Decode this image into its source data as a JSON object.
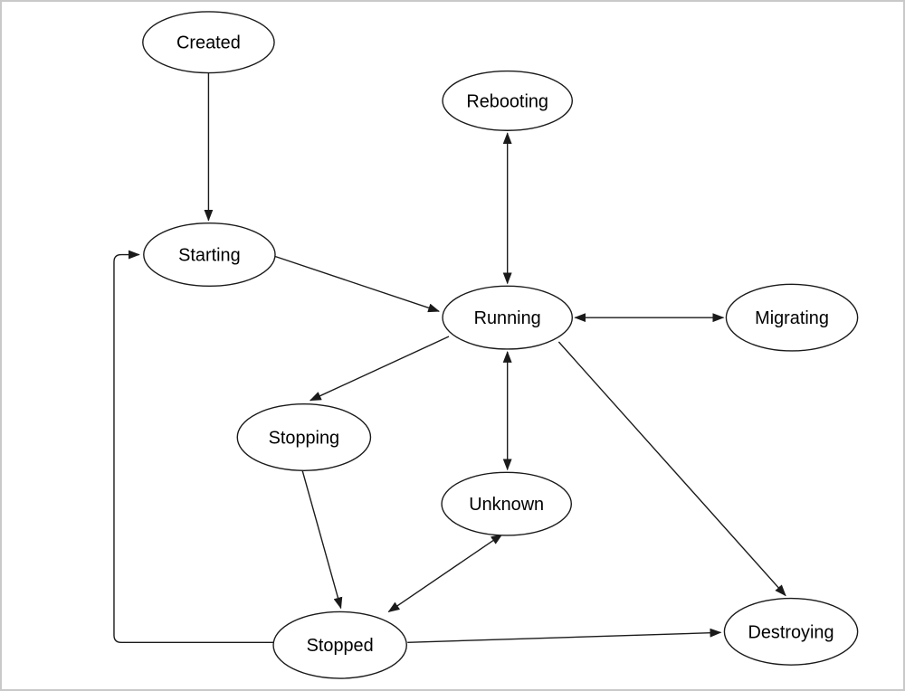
{
  "frame": {
    "background": "#ffffff",
    "border_color": "#c9c9c9",
    "stroke_color": "#1a1a1a",
    "text_color": "#000000"
  },
  "diagram": {
    "type": "state-diagram",
    "title": "",
    "nodes": [
      {
        "id": "created",
        "label": "Created"
      },
      {
        "id": "rebooting",
        "label": "Rebooting"
      },
      {
        "id": "starting",
        "label": "Starting"
      },
      {
        "id": "running",
        "label": "Running"
      },
      {
        "id": "migrating",
        "label": "Migrating"
      },
      {
        "id": "stopping",
        "label": "Stopping"
      },
      {
        "id": "unknown",
        "label": "Unknown"
      },
      {
        "id": "stopped",
        "label": "Stopped"
      },
      {
        "id": "destroying",
        "label": "Destroying"
      }
    ],
    "edges": [
      {
        "from": "Created",
        "to": "Starting",
        "bidirectional": false
      },
      {
        "from": "Rebooting",
        "to": "Running",
        "bidirectional": true
      },
      {
        "from": "Starting",
        "to": "Running",
        "bidirectional": false
      },
      {
        "from": "Running",
        "to": "Migrating",
        "bidirectional": true
      },
      {
        "from": "Running",
        "to": "Stopping",
        "bidirectional": false
      },
      {
        "from": "Running",
        "to": "Unknown",
        "bidirectional": true
      },
      {
        "from": "Running",
        "to": "Destroying",
        "bidirectional": false
      },
      {
        "from": "Stopping",
        "to": "Stopped",
        "bidirectional": false
      },
      {
        "from": "Unknown",
        "to": "Stopped",
        "bidirectional": true
      },
      {
        "from": "Stopped",
        "to": "Destroying",
        "bidirectional": false
      },
      {
        "from": "Stopped",
        "to": "Starting",
        "bidirectional": false
      }
    ]
  }
}
